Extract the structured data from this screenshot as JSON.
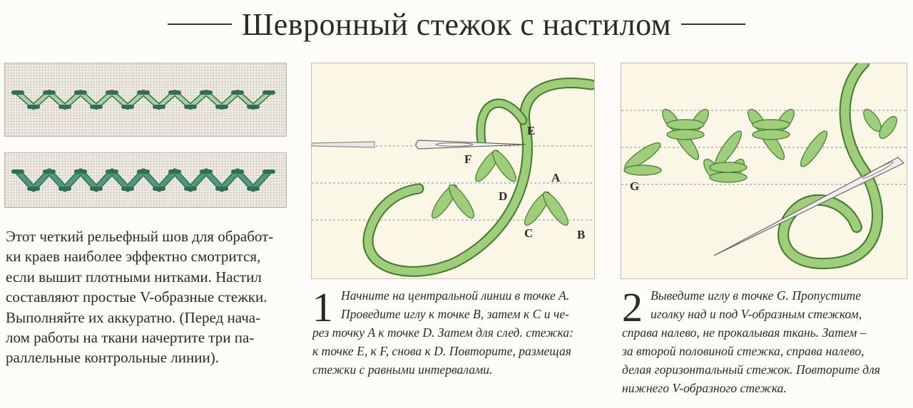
{
  "title": "Шевронный стежок с настилом",
  "intro_lines": [
    "Этот четкий рельефный шов для обработ-",
    "ки краев наиболее эффектно смотрится,",
    "если вышит плотными нитками. Настил",
    "составляют простые V-образные стежки.",
    "Выполняйте их аккуратно. (Перед нача-",
    "лом работы на ткани начертите три па-",
    "раллельные контрольные линии)."
  ],
  "colors": {
    "thread_light": "#9fce7a",
    "thread_dark": "#3f8a3a",
    "swatch_thread_light": "#a9d39a",
    "swatch_thread_dark": "#2f6e57"
  },
  "steps": [
    {
      "number": "1",
      "lines": [
        "Начните на центральной линии в точке A.",
        "Проведите иглу к точке B, затем к C и че-",
        "рез точку A к точке D. Затем для след. стежка:",
        "к точке E, к F, снова к D. Повторите, размещая",
        "стежки с равными интервалами."
      ],
      "labels": {
        "a": "A",
        "b": "B",
        "c": "C",
        "d": "D",
        "e": "E",
        "f": "F"
      }
    },
    {
      "number": "2",
      "lines": [
        "Выведите иглу в точке G. Пропустите",
        "иголку над и под V-образным стежком,",
        "справа налево, не прокалывая ткань. Затем –",
        "за второй половиной стежка, справа налево,",
        "делая горизонтальный стежок. Повторите для",
        "нижнего V-образного стежка."
      ],
      "labels": {
        "g": "G"
      }
    }
  ]
}
